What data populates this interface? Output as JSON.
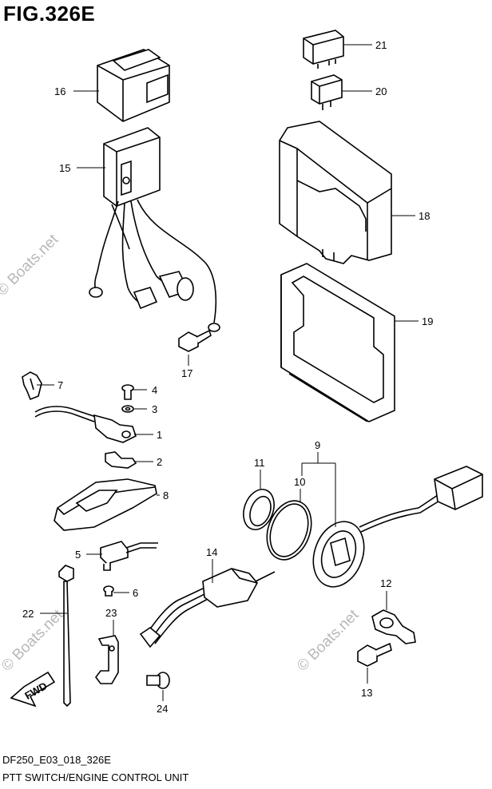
{
  "figure": {
    "title": "FIG.326E",
    "code": "DF250_E03_018_326E",
    "caption": "PTT SWITCH/ENGINE CONTROL UNIT",
    "direction_label": "FWD"
  },
  "watermarks": [
    "© Boats.net",
    "© Boats.net",
    "© Boats.net"
  ],
  "callouts": {
    "c1": "1",
    "c2": "2",
    "c3": "3",
    "c4": "4",
    "c5": "5",
    "c6": "6",
    "c7": "7",
    "c8": "8",
    "c9": "9",
    "c10": "10",
    "c11": "11",
    "c12": "12",
    "c13": "13",
    "c14": "14",
    "c15": "15",
    "c16": "16",
    "c17": "17",
    "c18": "18",
    "c19": "19",
    "c20": "20",
    "c21": "21",
    "c22": "22",
    "c23": "23",
    "c24": "24"
  }
}
